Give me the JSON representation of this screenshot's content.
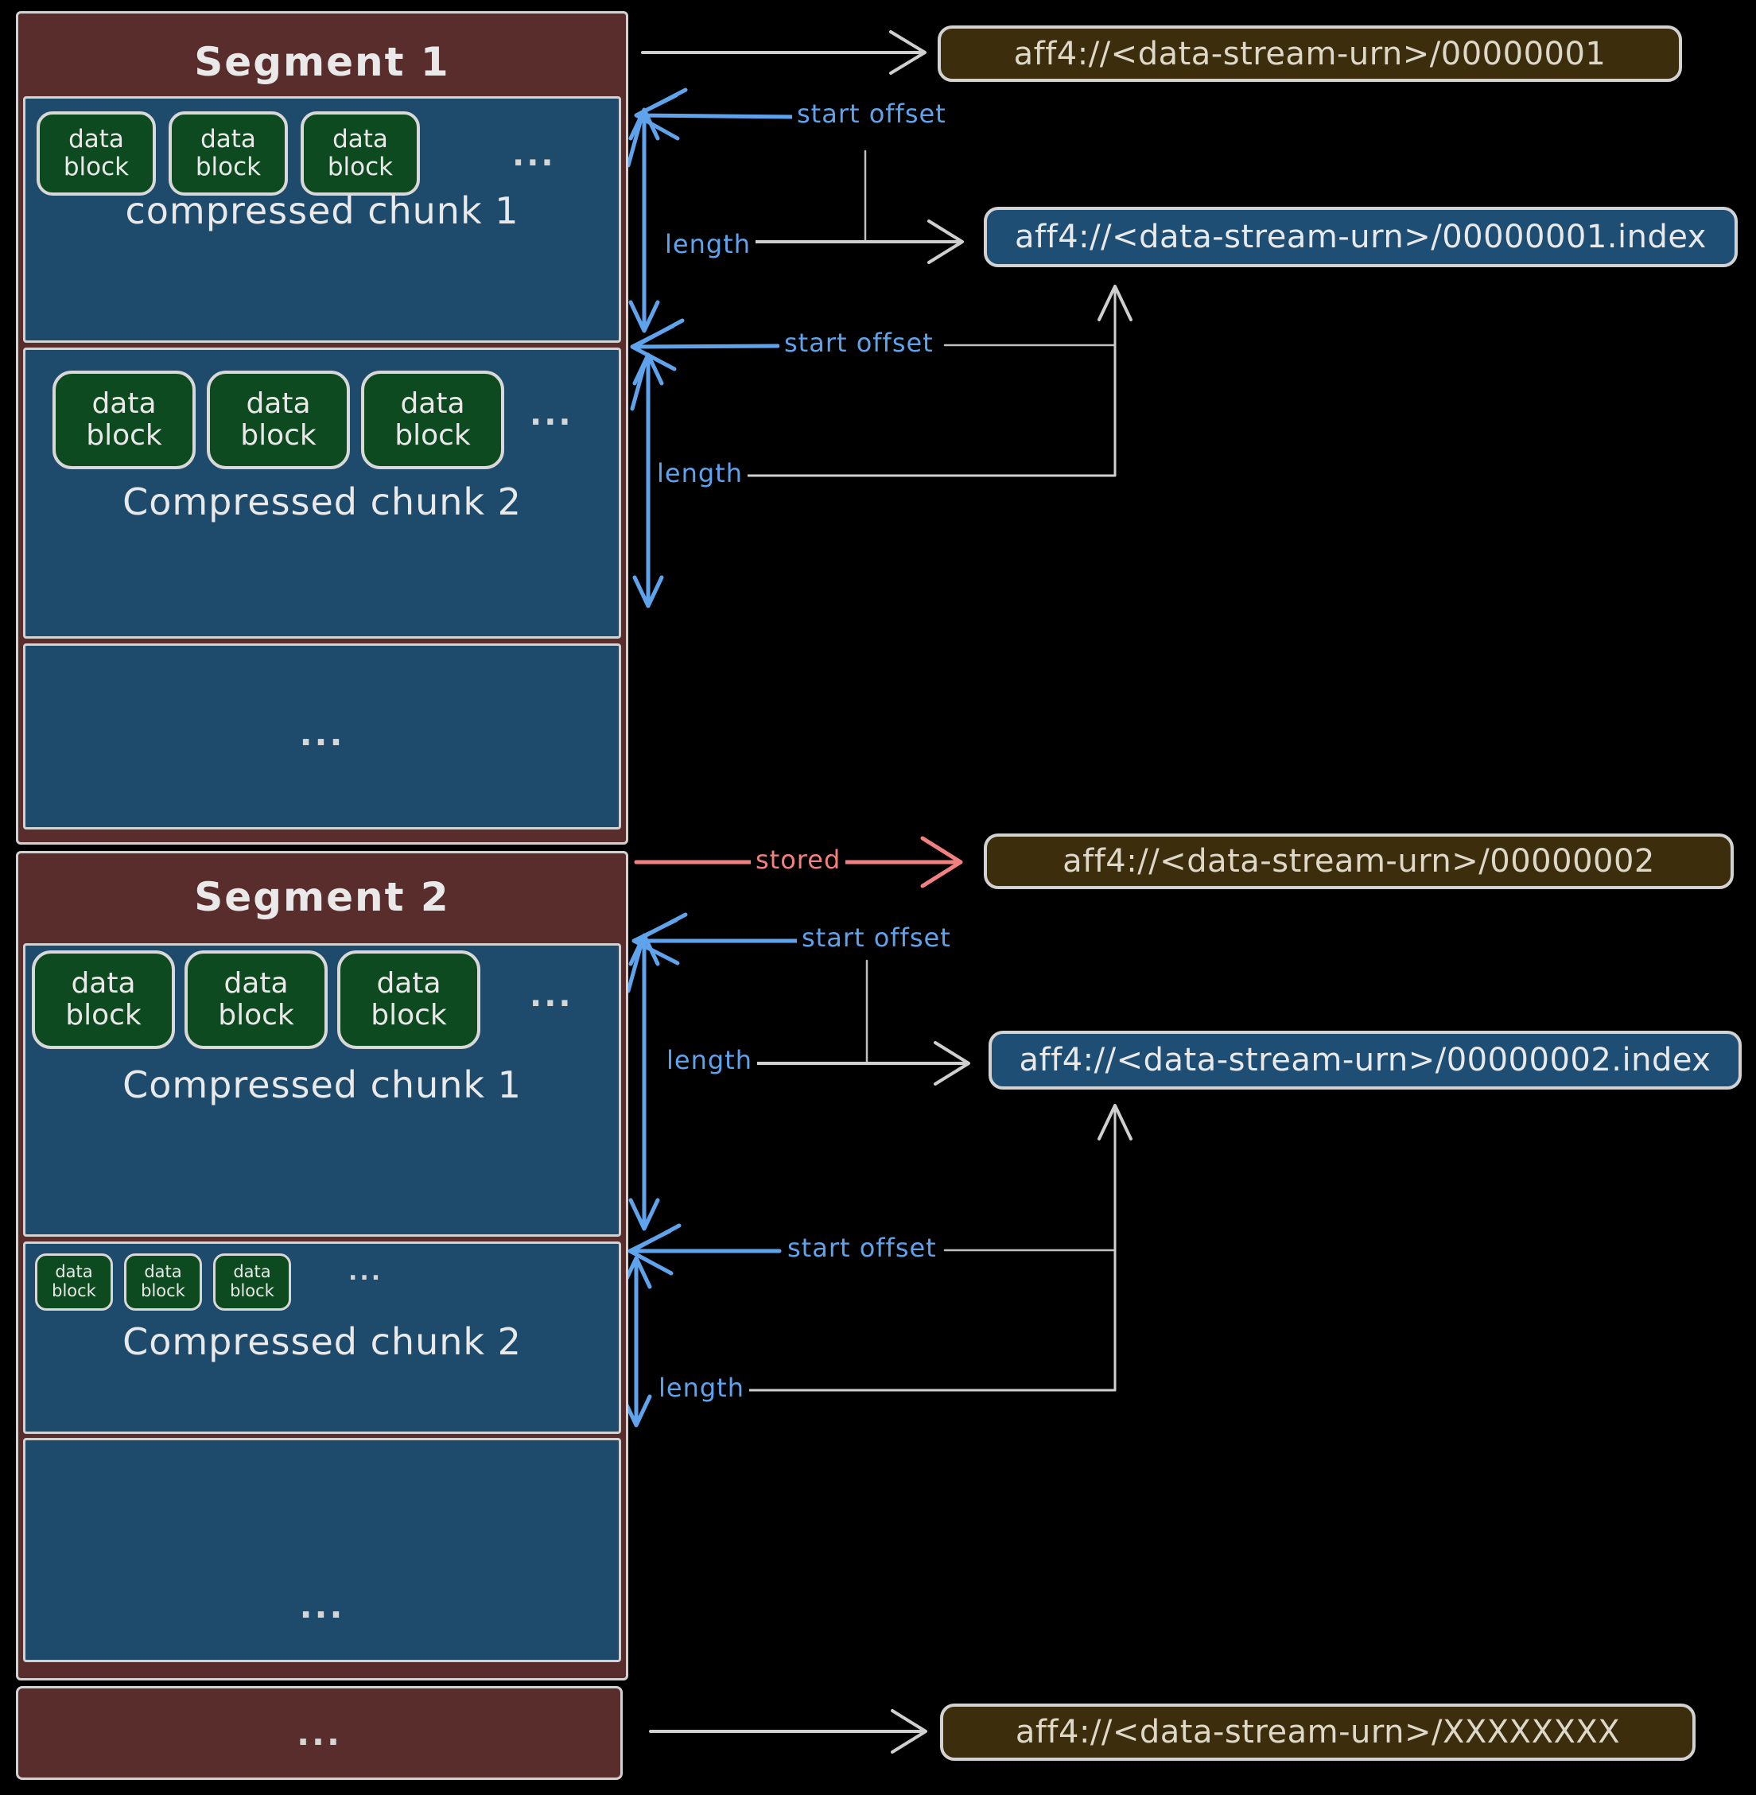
{
  "diagram": {
    "segments": [
      {
        "title": "Segment 1",
        "chunks": [
          {
            "label": "compressed chunk 1",
            "blocks": [
              "data block",
              "data block",
              "data block"
            ],
            "more": "..."
          },
          {
            "label": "Compressed chunk 2",
            "blocks": [
              "data block",
              "data block",
              "data block"
            ],
            "more": "..."
          },
          {
            "more": "..."
          }
        ]
      },
      {
        "title": "Segment 2",
        "chunks": [
          {
            "label": "Compressed chunk 1",
            "blocks": [
              "data block",
              "data block",
              "data block"
            ],
            "more": "..."
          },
          {
            "label": "Compressed chunk 2",
            "blocks": [
              "data block",
              "data block",
              "data block"
            ],
            "more": "..."
          },
          {
            "more": "..."
          }
        ]
      }
    ],
    "more_segments": "...",
    "urns": {
      "segment1_stream": "aff4://<data-stream-urn>/00000001",
      "segment1_index": "aff4://<data-stream-urn>/00000001.index",
      "segment2_stream": "aff4://<data-stream-urn>/00000002",
      "segment2_index": "aff4://<data-stream-urn>/00000002.index",
      "more_stream": "aff4://<data-stream-urn>/XXXXXXXX"
    },
    "labels": {
      "start_offset": "start offset",
      "length": "length",
      "stored": "stored"
    },
    "colors": {
      "background": "#000000",
      "segment_fill": "#5a2d2d",
      "chunk_fill": "#1e4a6b",
      "block_fill": "#0e4a20",
      "stream_urn_fill": "#3c2d0d",
      "index_urn_fill": "#1e4e73",
      "outline": "#d2d2d2",
      "arrow_gray": "#cfcfcf",
      "annotation_blue": "#5fa3ec",
      "stored_red": "#f28080",
      "text_light": "#e9e9e9"
    }
  }
}
